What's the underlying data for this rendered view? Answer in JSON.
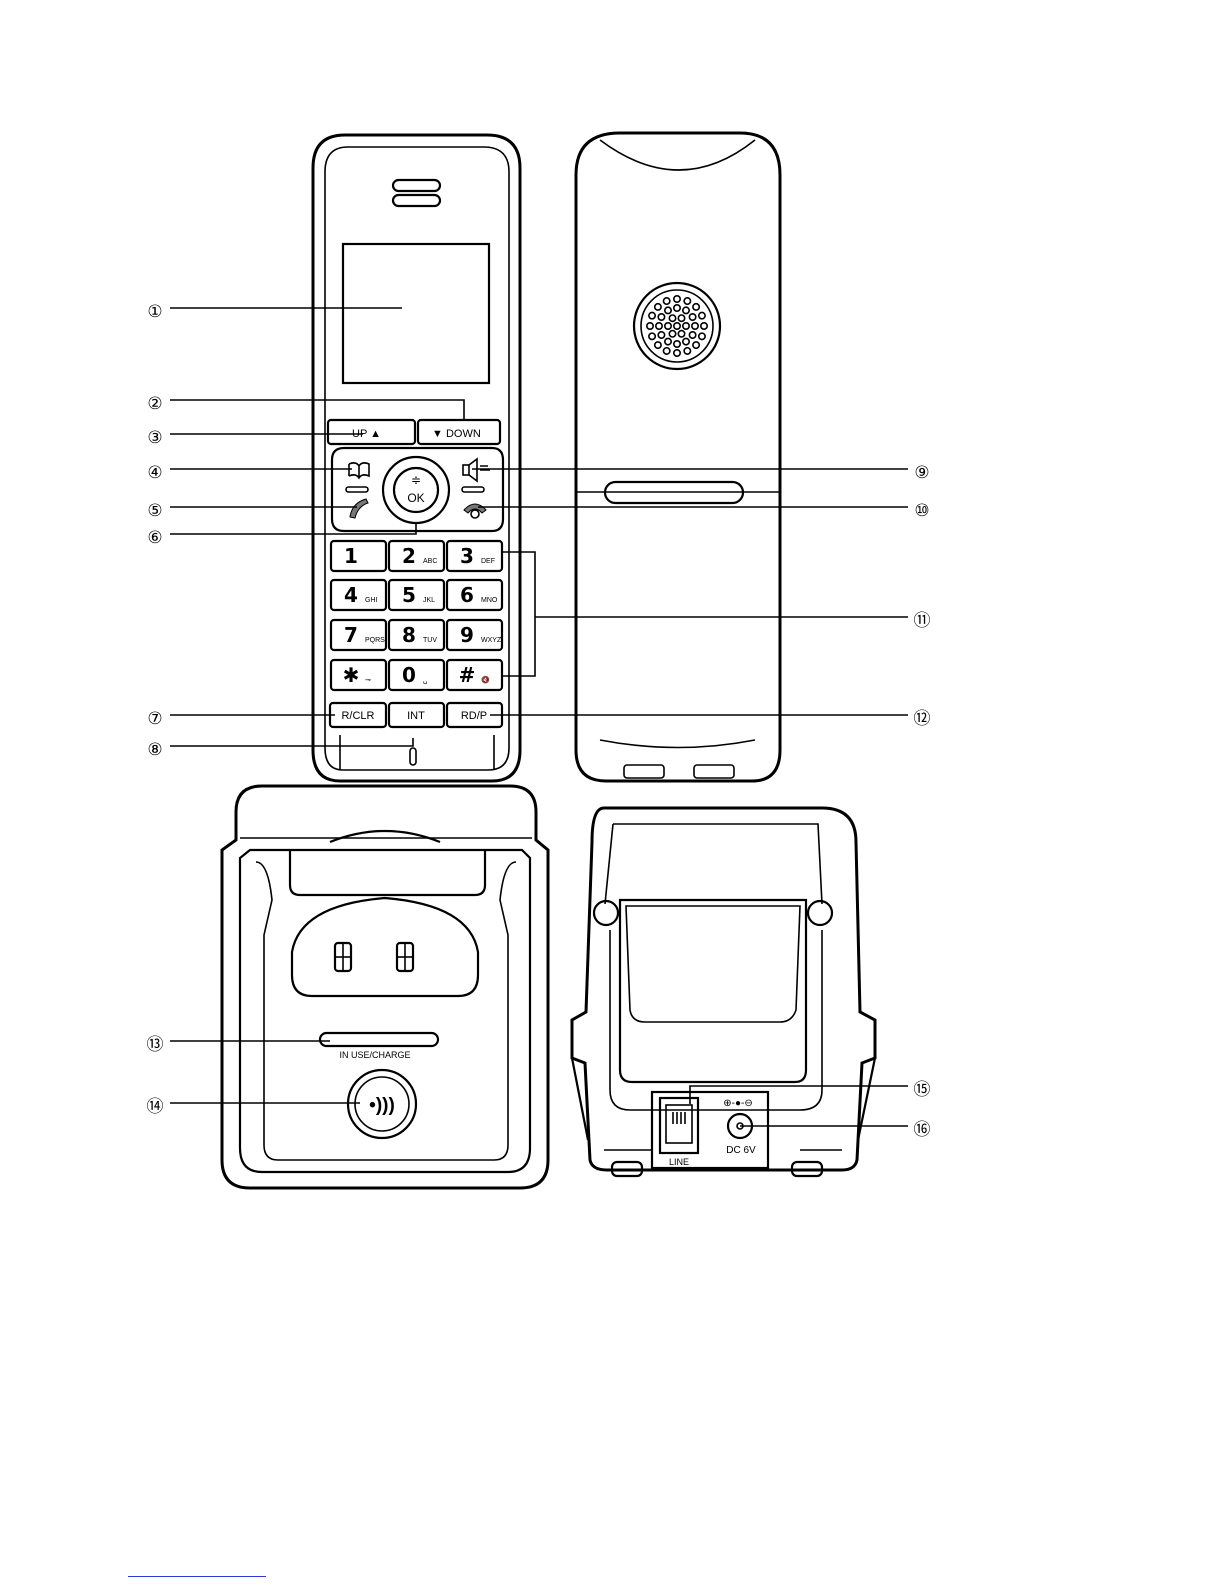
{
  "handset_front": {
    "keys": {
      "up": "UP ▲",
      "down": "▼ DOWN",
      "ok": "OK",
      "r_clr": "R/CLR",
      "int": "INT",
      "rd_p": "RD/P"
    },
    "keypad": [
      {
        "digit": "1",
        "sub": ""
      },
      {
        "digit": "2",
        "sub": "ABC"
      },
      {
        "digit": "3",
        "sub": "DEF"
      },
      {
        "digit": "4",
        "sub": "GHI"
      },
      {
        "digit": "5",
        "sub": "JKL"
      },
      {
        "digit": "6",
        "sub": "MNO"
      },
      {
        "digit": "7",
        "sub": "PQRS"
      },
      {
        "digit": "8",
        "sub": "TUV"
      },
      {
        "digit": "9",
        "sub": "WXYZ"
      },
      {
        "digit": "✱",
        "sub": "⊸"
      },
      {
        "digit": "0",
        "sub": "␣"
      },
      {
        "digit": "#",
        "sub": "🔇"
      }
    ]
  },
  "base_front": {
    "led_label": "IN USE/CHARGE",
    "page_button_symbol": "•)))"
  },
  "base_rear": {
    "line_label": "LINE",
    "dc_label": "DC  6V",
    "polarity": "⊕-●-⊖"
  },
  "callouts": [
    "①",
    "②",
    "③",
    "④",
    "⑤",
    "⑥",
    "⑦",
    "⑧",
    "⑨",
    "⑩",
    "⑪",
    "⑫",
    "⑬",
    "⑭",
    "⑮",
    "⑯"
  ]
}
